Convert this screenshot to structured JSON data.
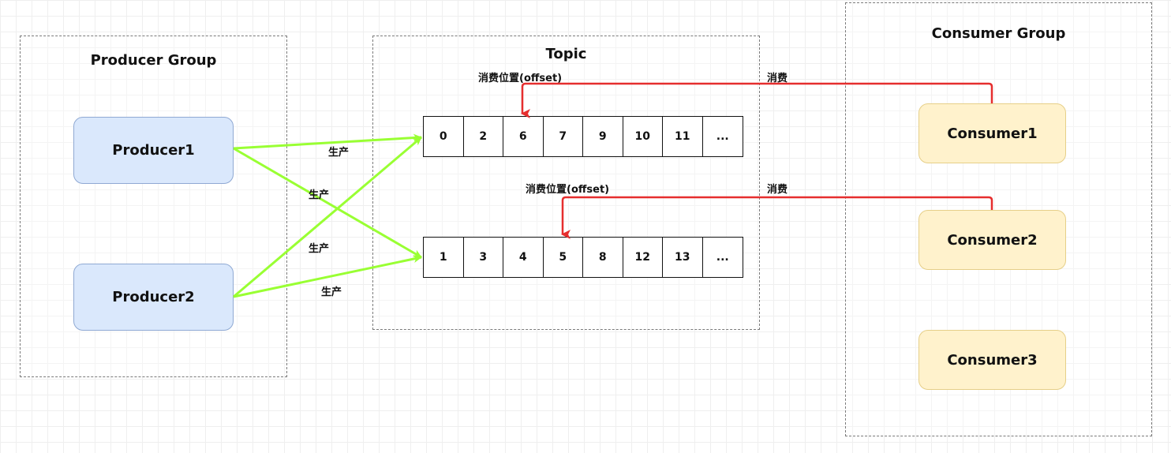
{
  "producer_group": {
    "title": "Producer Group",
    "producers": [
      "Producer1",
      "Producer2"
    ]
  },
  "topic": {
    "title": "Topic",
    "queues": [
      {
        "offset_label": "消费位置(offset)",
        "cells": [
          "0",
          "2",
          "6",
          "7",
          "9",
          "10",
          "11",
          "..."
        ]
      },
      {
        "offset_label": "消费位置(offset)",
        "cells": [
          "1",
          "3",
          "4",
          "5",
          "8",
          "12",
          "13",
          "..."
        ]
      }
    ]
  },
  "consumer_group": {
    "title": "Consumer Group",
    "consumers": [
      "Consumer1",
      "Consumer2",
      "Consumer3"
    ]
  },
  "edge_labels": {
    "produce": "生产",
    "consume": "消费"
  },
  "colors": {
    "produce_arrow": "#99ff33",
    "consume_arrow": "#e62e2e",
    "producer_fill": "#dae8fc",
    "consumer_fill": "#fff2cc"
  }
}
